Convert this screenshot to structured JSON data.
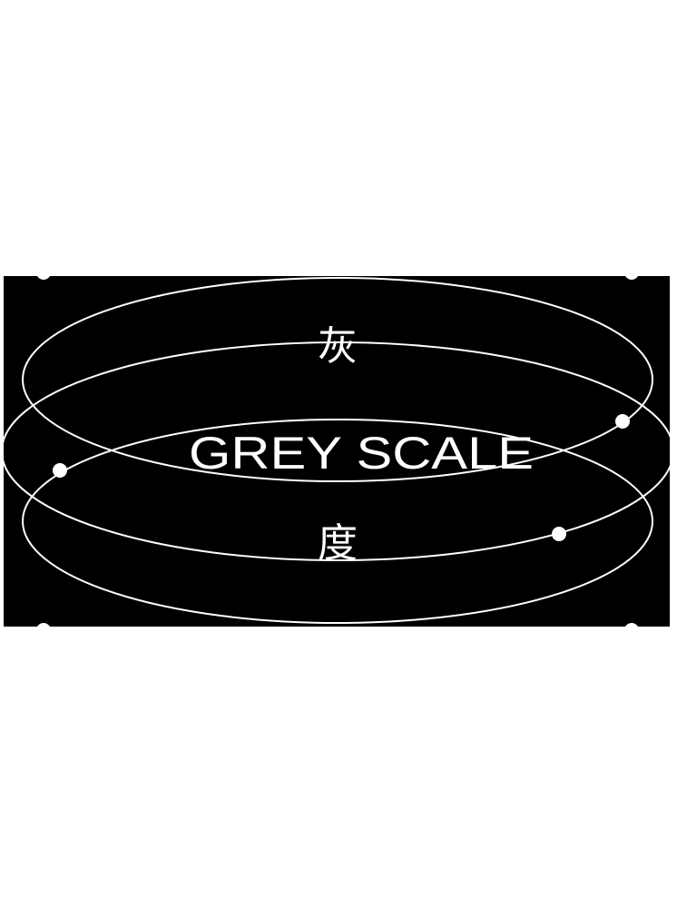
{
  "poster": {
    "char_top": "灰",
    "title": "GREY SCALE",
    "char_bottom": "度"
  },
  "colors": {
    "background": "#000000",
    "foreground": "#ffffff",
    "page": "#ffffff"
  }
}
